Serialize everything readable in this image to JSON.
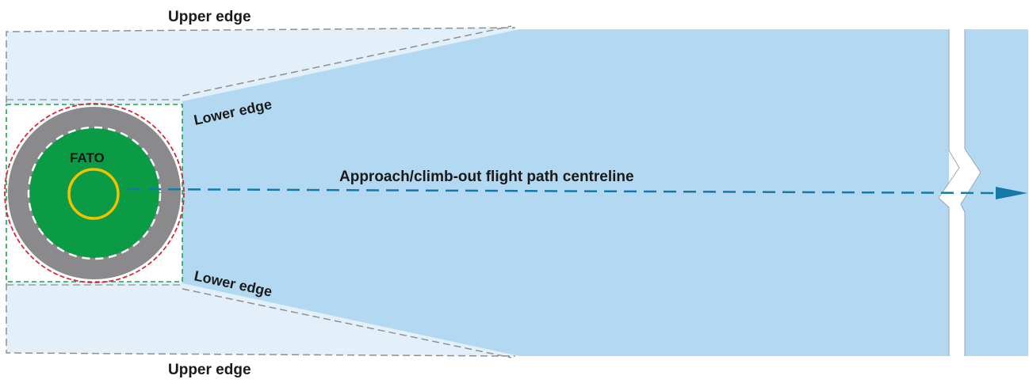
{
  "labels": {
    "upper_edge_top": "Upper edge",
    "upper_edge_bottom": "Upper edge",
    "lower_edge_top": "Lower edge",
    "lower_edge_bottom": "Lower edge",
    "fato": "FATO",
    "centreline": "Approach/climb-out flight path centreline"
  },
  "colors": {
    "upper_surface": "#e3f0fa",
    "lower_surface": "#b3d8f2",
    "fato_fill": "#0b9b44",
    "safety_ring": "#8a8a8c",
    "touchdown_ring": "#f2c200",
    "safety_area_outline": "#1aa64a",
    "outer_circle_outline": "#d42a3c",
    "centreline_arrow": "#1579a8",
    "edge_dash": "#8f8f8f"
  }
}
